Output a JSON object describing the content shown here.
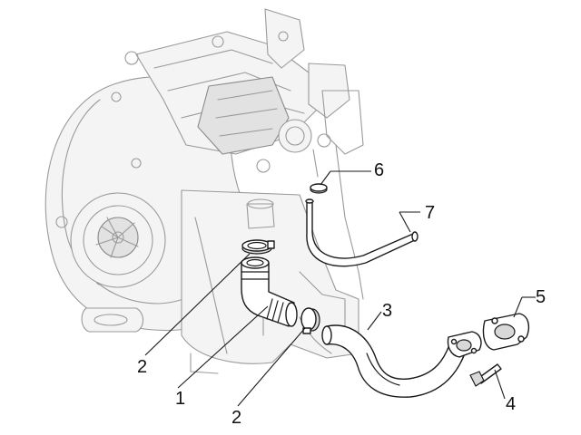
{
  "callouts": {
    "c1": "1",
    "c2a": "2",
    "c2b": "2",
    "c3": "3",
    "c4": "4",
    "c5": "5",
    "c6": "6",
    "c7": "7"
  },
  "colors": {
    "background": "#ffffff",
    "part_stroke": "#1a1a1a",
    "ghost_stroke": "#9a9a9a"
  }
}
